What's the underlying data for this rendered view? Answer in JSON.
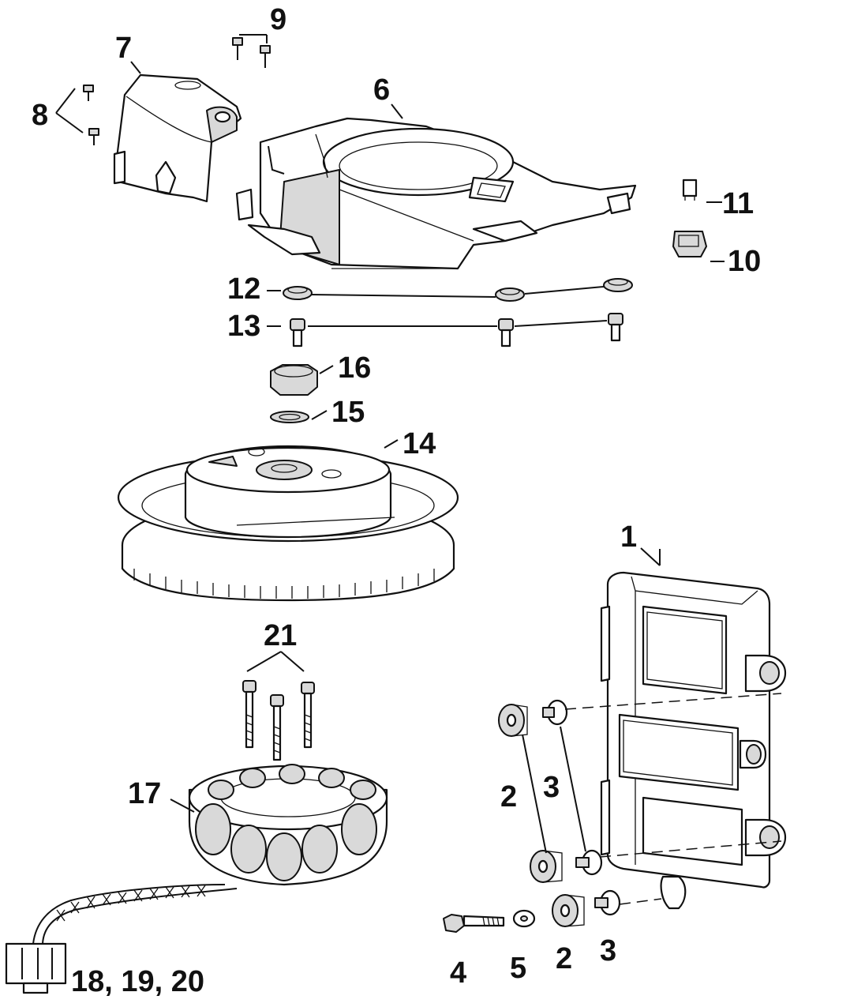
{
  "callouts": {
    "c1": "1",
    "c2a": "2",
    "c3a": "3",
    "c2b": "2",
    "c3b": "3",
    "c4": "4",
    "c5": "5",
    "c6": "6",
    "c7": "7",
    "c8": "8",
    "c9": "9",
    "c10": "10",
    "c11": "11",
    "c12": "12",
    "c13": "13",
    "c14": "14",
    "c15": "15",
    "c16": "16",
    "c17": "17",
    "c18_20": "18, 19, 20",
    "c21": "21"
  }
}
